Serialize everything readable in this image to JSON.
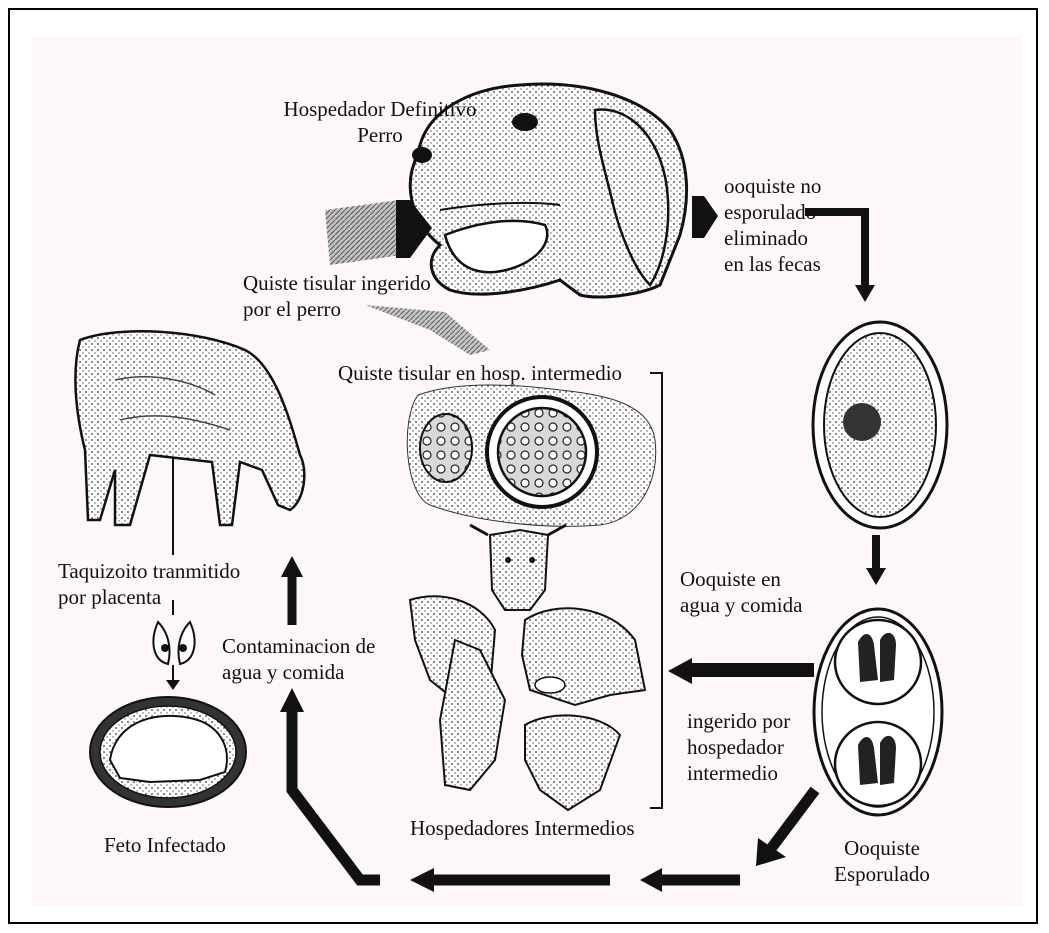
{
  "labels": {
    "definitive_host": [
      "Hospedador Definitivo",
      "Perro"
    ],
    "unsporulated_oocyst": [
      "ooquiste no",
      "esporulado",
      "eliminado",
      "en las fecas"
    ],
    "cyst_ingested": [
      "Quiste tisular ingerido",
      "por el perro"
    ],
    "cyst_in_intermediate": "Quiste tisular en hosp. intermedio",
    "tachyzoite": [
      "Taquizoito tranmitido",
      "por placenta"
    ],
    "contamination": [
      "Contaminacion de",
      "agua y comida"
    ],
    "oocyst_water_food": [
      "Ooquiste en",
      "agua y comida"
    ],
    "ingested_by_intermediate": [
      "ingerido por",
      "hospedador",
      "intermedio"
    ],
    "infected_fetus": "Feto Infectado",
    "intermediate_hosts": "Hospedadores Intermedios",
    "sporulated_oocyst": [
      "Ooquiste",
      "Esporulado"
    ]
  },
  "icons": [
    "dog-head-icon",
    "cow-icon",
    "tissue-cyst-icon",
    "unsporulated-oocyst-icon",
    "sporulated-oocyst-icon",
    "fetus-icon",
    "tachyzoite-icon",
    "cow-head-icon",
    "goat-head-icon",
    "dog-small-icon",
    "horse-head-icon",
    "sheep-head-icon"
  ],
  "colors": {
    "ink": "#111111",
    "background": "#fdf7fb"
  }
}
